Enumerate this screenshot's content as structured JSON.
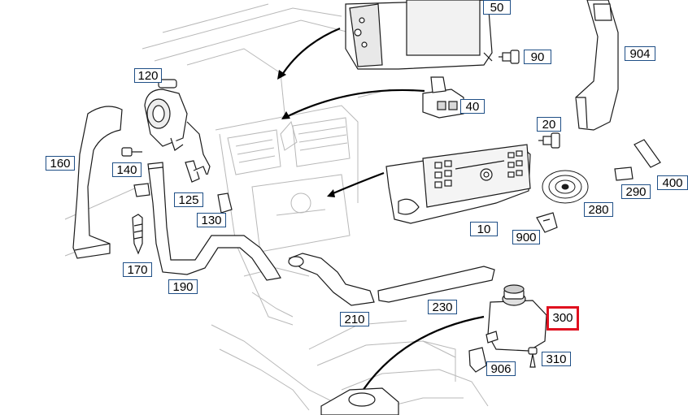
{
  "diagram": {
    "colors": {
      "line": "#1a1a1a",
      "faint_line": "#b8b8b8",
      "callout_border": "#1f4f86",
      "selected_border": "#e0101f"
    },
    "callouts": [
      {
        "id": "c50",
        "label": "50"
      },
      {
        "id": "c90",
        "label": "90"
      },
      {
        "id": "c904",
        "label": "904"
      },
      {
        "id": "c120",
        "label": "120"
      },
      {
        "id": "c40",
        "label": "40"
      },
      {
        "id": "c20",
        "label": "20"
      },
      {
        "id": "c160",
        "label": "160"
      },
      {
        "id": "c140",
        "label": "140"
      },
      {
        "id": "c400",
        "label": "400"
      },
      {
        "id": "c125",
        "label": "125"
      },
      {
        "id": "c290",
        "label": "290"
      },
      {
        "id": "c130",
        "label": "130"
      },
      {
        "id": "c280",
        "label": "280"
      },
      {
        "id": "c10",
        "label": "10"
      },
      {
        "id": "c900",
        "label": "900"
      },
      {
        "id": "c170",
        "label": "170"
      },
      {
        "id": "c190",
        "label": "190"
      },
      {
        "id": "c230",
        "label": "230"
      },
      {
        "id": "c210",
        "label": "210"
      },
      {
        "id": "c300",
        "label": "300",
        "selected": true
      },
      {
        "id": "c310",
        "label": "310"
      },
      {
        "id": "c906",
        "label": "906"
      }
    ]
  }
}
